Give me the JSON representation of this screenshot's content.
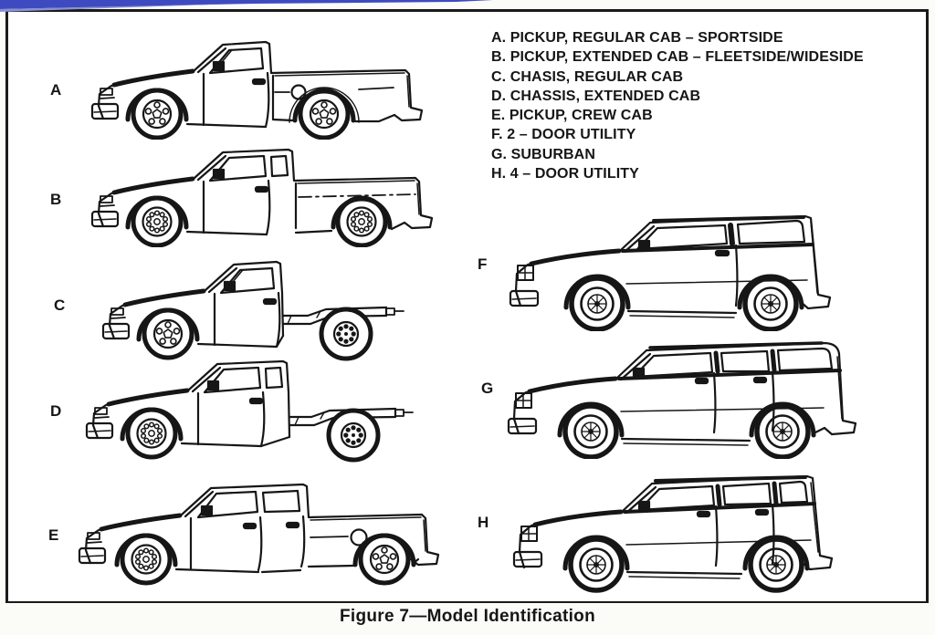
{
  "figure": {
    "caption": "Figure 7—Model Identification"
  },
  "legend": {
    "items": [
      "A. PICKUP, REGULAR CAB – SPORTSIDE",
      "B. PICKUP, EXTENDED CAB – FLEETSIDE/WIDESIDE",
      "C. CHASIS, REGULAR CAB",
      "D. CHASSIS, EXTENDED CAB",
      "E. PICKUP, CREW CAB",
      "F. 2 – DOOR UTILITY",
      "G. SUBURBAN",
      "H. 4 – DOOR UTILITY"
    ]
  },
  "vehicles": [
    {
      "label": "A",
      "type": "pickup-regular-cab-sportside"
    },
    {
      "label": "B",
      "type": "pickup-extended-cab-fleetside"
    },
    {
      "label": "C",
      "type": "chassis-regular-cab"
    },
    {
      "label": "D",
      "type": "chassis-extended-cab"
    },
    {
      "label": "E",
      "type": "pickup-crew-cab"
    },
    {
      "label": "F",
      "type": "two-door-utility"
    },
    {
      "label": "G",
      "type": "suburban"
    },
    {
      "label": "H",
      "type": "four-door-utility"
    }
  ],
  "colors": {
    "ink": "#161616",
    "paper": "#ffffff",
    "scan_streak_blue": "#3e4bc0"
  }
}
